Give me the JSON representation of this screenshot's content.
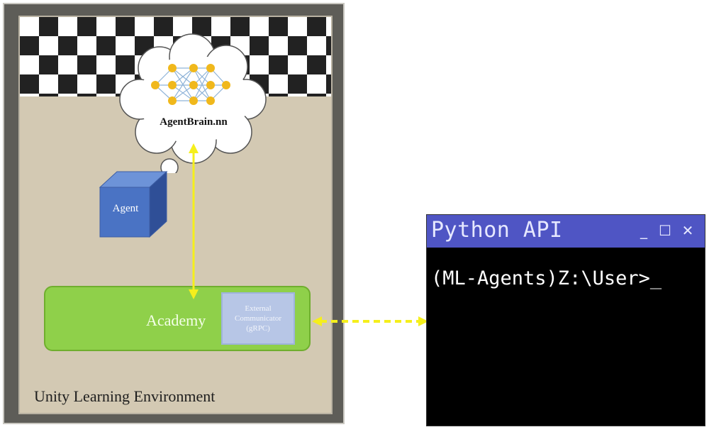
{
  "unity_environment": {
    "label": "Unity Learning Environment",
    "brain_label": "AgentBrain.nn",
    "agent_label": "Agent",
    "academy_label": "Academy",
    "communicator_lines": [
      "External",
      "Communicator",
      "(gRPC)"
    ]
  },
  "python_window": {
    "title": "Python API",
    "prompt": "(ML-Agents)Z:\\User>_",
    "buttons": {
      "minimize": "_",
      "maximize": "☐",
      "close": "✕"
    }
  },
  "colors": {
    "arrow": "#f5ef1c",
    "academy": "#8fd04a",
    "communicator": "#b7c6e6",
    "agent_cube": "#4a73c4",
    "neuron": "#f0b81c",
    "title_bar": "#4f55c4"
  }
}
